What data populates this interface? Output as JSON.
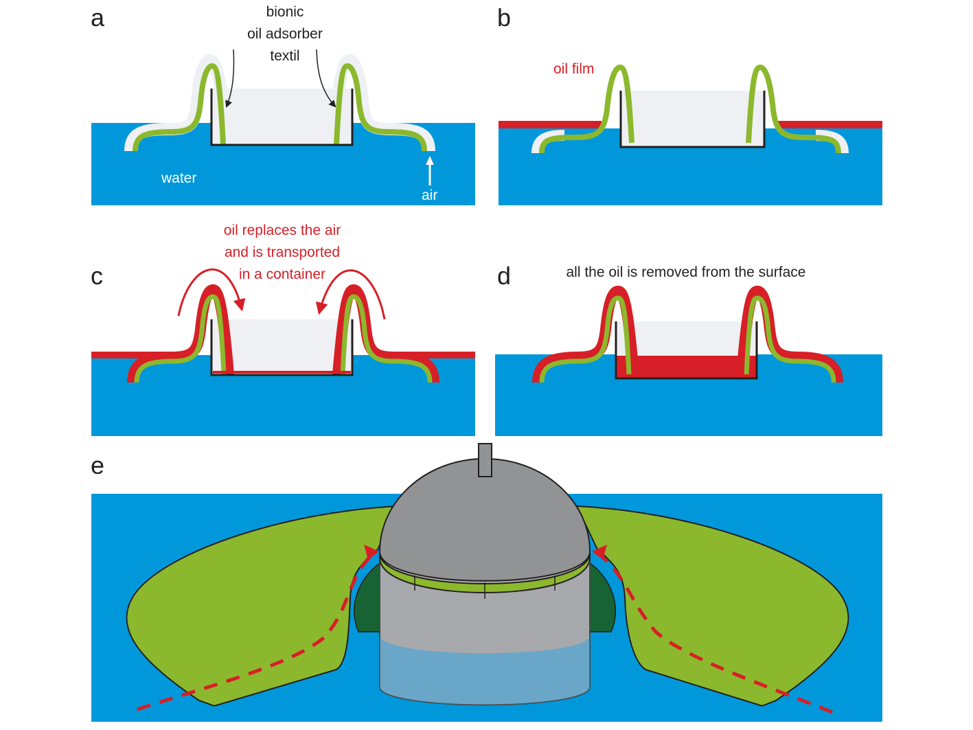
{
  "colors": {
    "water": "#0098da",
    "textile": "#8cb82e",
    "oil": "#d71f27",
    "air": "#eef0f3",
    "container_line": "#231f20",
    "dome": "#929395",
    "cylinder": "#a7a9ac",
    "cylinder_water": "#6aa6c8",
    "dark_green": "#176334",
    "text_dark": "#231f20",
    "text_white": "#ffffff"
  },
  "panels": {
    "a": {
      "letter": "a",
      "label_bionic_line1": "bionic",
      "label_bionic_line2": "oil adsorber",
      "label_bionic_line3": "textil",
      "label_water": "water",
      "label_air": "air"
    },
    "b": {
      "letter": "b",
      "label_oil_film": "oil film"
    },
    "c": {
      "letter": "c",
      "caption_line1": "oil replaces the air",
      "caption_line2": "and is transported",
      "caption_line3": "in a container"
    },
    "d": {
      "letter": "d",
      "caption": "all the oil is removed from the surface"
    },
    "e": {
      "letter": "e"
    }
  }
}
